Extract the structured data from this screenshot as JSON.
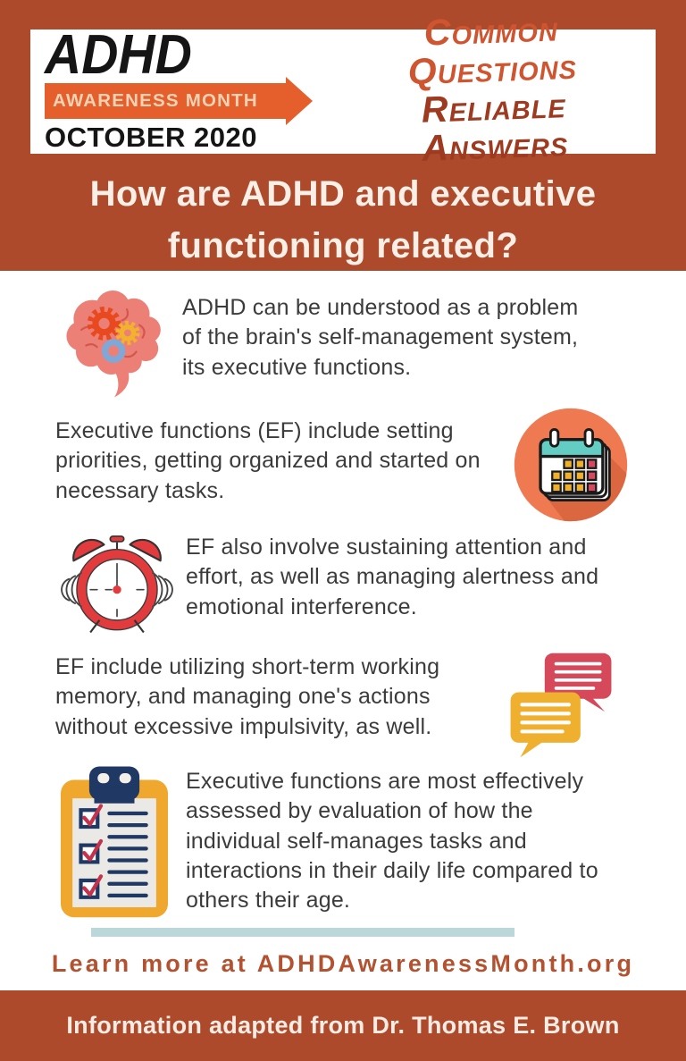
{
  "header": {
    "logo": {
      "title": "ADHD",
      "subtitle": "AWARENESS MONTH",
      "date": "OCTOBER 2020"
    },
    "tagline": {
      "line1": "Common Questions",
      "line2": "Reliable Answers"
    },
    "question": "How are ADHD and executive functioning related?"
  },
  "sections": [
    {
      "icon": "brain-gears-icon",
      "icon_side": "left",
      "text": "ADHD can be understood as a problem of the brain's self-management system, its executive functions."
    },
    {
      "icon": "calendar-icon",
      "icon_side": "right",
      "text": "Executive functions (EF) include setting priorities, getting organized and started on necessary tasks."
    },
    {
      "icon": "alarm-clock-icon",
      "icon_side": "left",
      "text": "EF also involve sustaining attention and effort, as well as managing alertness and emotional interference."
    },
    {
      "icon": "chat-bubbles-icon",
      "icon_side": "right",
      "text": "EF include utilizing short-term working memory, and managing one's actions without excessive impulsivity, as well."
    },
    {
      "icon": "clipboard-checklist-icon",
      "icon_side": "left",
      "text": "Executive functions are most effectively assessed by evaluation of how the individual self-manages tasks and interactions in their daily life compared to others their age."
    }
  ],
  "footer": {
    "learn_more": "Learn more at ADHDAwarenessMonth.org",
    "attribution": "Information adapted from Dr. Thomas E. Brown"
  },
  "colors": {
    "rust_background": "#ad4a2c",
    "arrow_orange": "#e45f2b",
    "tagline_orange": "#cf5430",
    "tagline_dark_red": "#9e3a20",
    "question_text": "#f9efe7",
    "body_text": "#3b3b3b",
    "divider_blue": "#bcd7d9",
    "learn_more_text": "#b35231",
    "icon_salmon": "#ec8077",
    "icon_gear_orange": "#e8491f",
    "icon_gear_yellow": "#f2b22e",
    "icon_ring_blue": "#7fa8d9",
    "icon_circle_orange": "#ef7a52",
    "icon_teal": "#63ccc3",
    "icon_square_yellow": "#f0b02c",
    "icon_square_red": "#d6485e",
    "icon_clock_red": "#e23b3e",
    "icon_bubble_red": "#d6495a",
    "icon_bubble_yellow": "#efaf2f",
    "icon_clipboard_yellow": "#f0a72e",
    "icon_navy": "#1f3864",
    "icon_check_red": "#c4334b"
  }
}
